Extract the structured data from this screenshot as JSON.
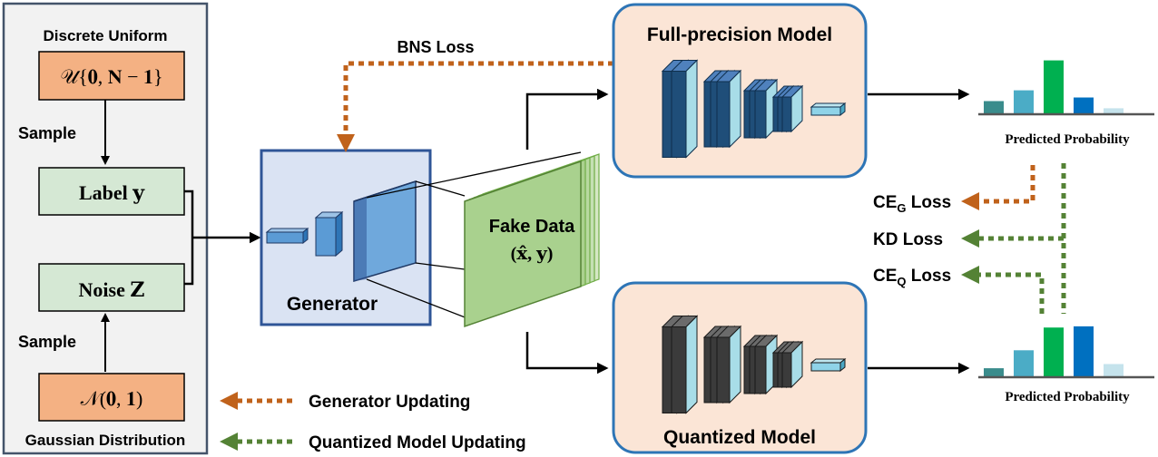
{
  "sampling_panel": {
    "top_title": "Discrete Uniform",
    "uniform_formula": "𝒰{𝟎, 𝐍 − 𝟏}",
    "sample_top": "Sample",
    "label_box": "Label 𝐲",
    "noise_box": "Noise 𝐙",
    "sample_bottom": "Sample",
    "gaussian_formula": "𝒩(𝟎, 𝟏)",
    "bottom_title": "Gaussian Distribution"
  },
  "generator": {
    "label": "Generator"
  },
  "fake_data": {
    "title": "Fake Data",
    "pair": "(𝐱̂, 𝐲)"
  },
  "bns_loss": "BNS Loss",
  "fp_model": {
    "label": "Full-precision Model"
  },
  "q_model": {
    "label": "Quantized Model"
  },
  "fp_probability": {
    "caption": "Predicted Probability"
  },
  "q_probability": {
    "caption": "Predicted Probability"
  },
  "losses": {
    "ce_g": {
      "base": "CE",
      "sub": "G",
      "rest": " Loss"
    },
    "kd": "KD Loss",
    "ce_q": {
      "base": "CE",
      "sub": "Q",
      "rest": " Loss"
    }
  },
  "legend": {
    "generator_updating": "Generator Updating",
    "quantized_updating": "Quantized Model Updating"
  },
  "colors": {
    "orange_dashed": "#c0621b",
    "green_dashed": "#548235",
    "panel_bg": "#f2f2f2",
    "panel_border": "#44546a",
    "formula_box": "#f4b183",
    "text_box": "#d5e8d4",
    "generator_bg": "#dae3f3",
    "generator_border": "#2f5597",
    "model_bg": "#fbe5d6",
    "model_border": "#2e75b6",
    "fake_green": "#a9d18e",
    "bar_teal": "#3a8c8c",
    "bar_cyan": "#4bacc6",
    "bar_green": "#00b050",
    "bar_blue": "#0070c0",
    "bar_pale": "#c5e3ec"
  },
  "chart_data": [
    {
      "type": "bar",
      "title": "Predicted Probability",
      "values": [
        0.22,
        0.4,
        0.9,
        0.28,
        0.1
      ]
    },
    {
      "type": "bar",
      "title": "Predicted Probability",
      "values": [
        0.15,
        0.45,
        0.83,
        0.85,
        0.22
      ]
    }
  ]
}
